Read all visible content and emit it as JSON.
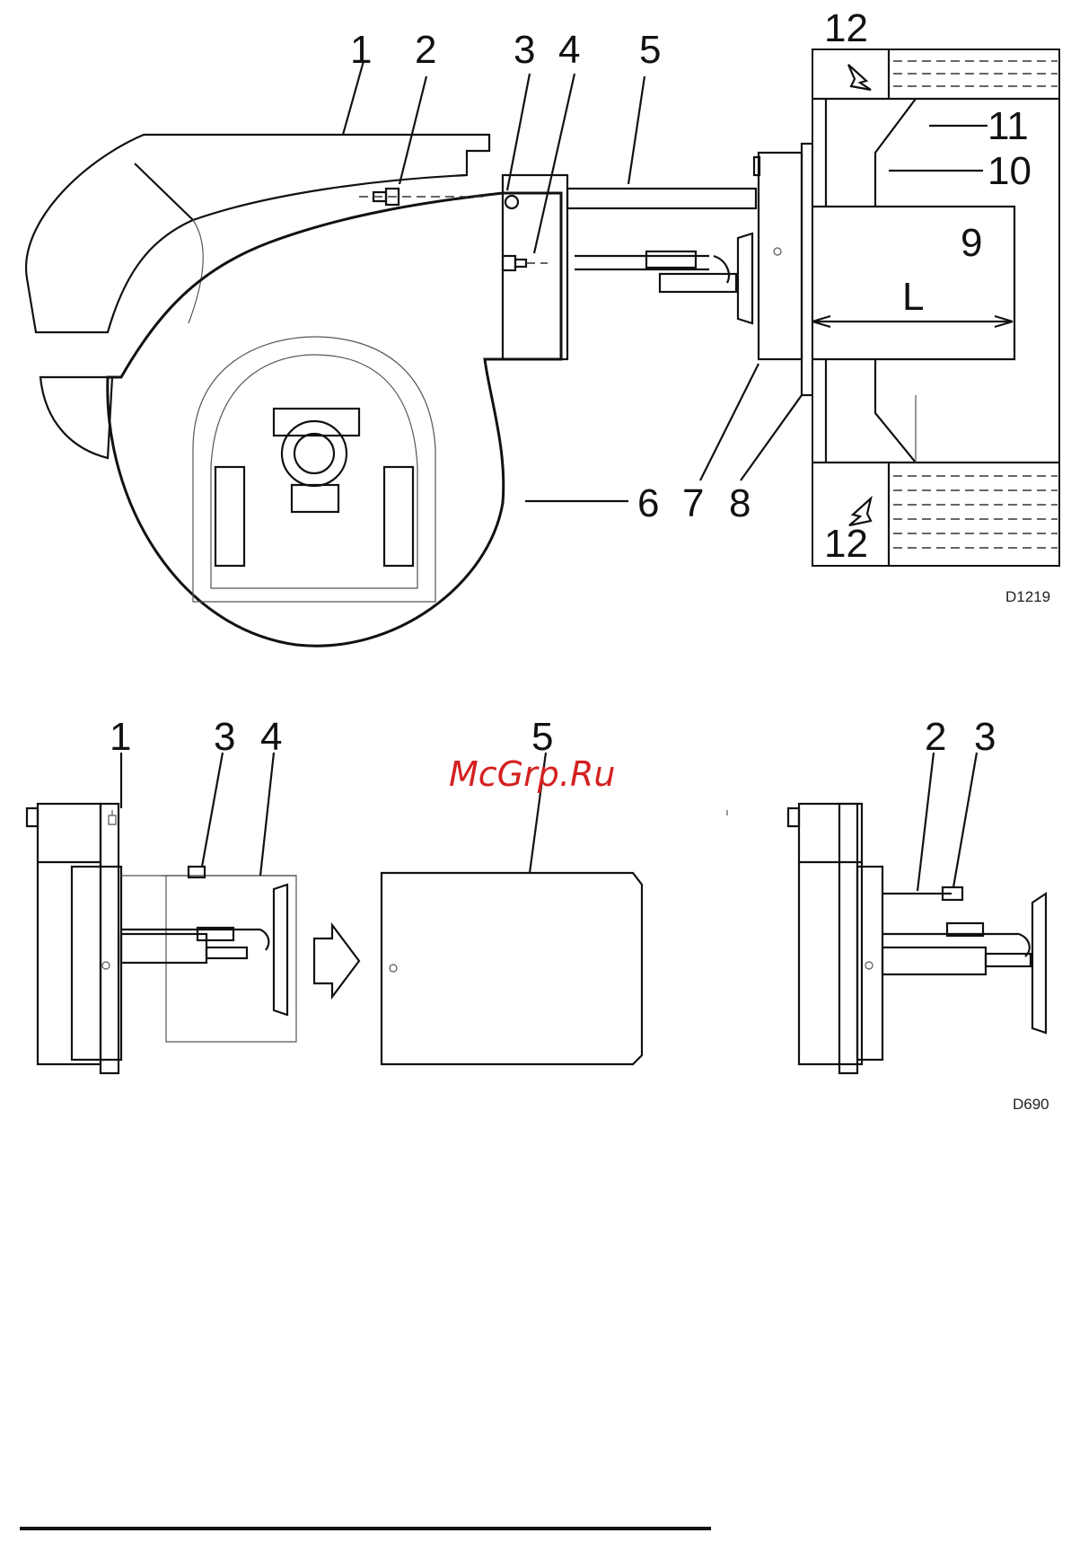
{
  "figures": [
    {
      "id": "top",
      "code": "D1219",
      "callouts": [
        "1",
        "2",
        "3",
        "4",
        "5",
        "6",
        "7",
        "8",
        "9",
        "10",
        "11",
        "12",
        "12"
      ],
      "dimension_label": "L"
    },
    {
      "id": "bottom",
      "code": "D690",
      "callouts": [
        "1",
        "3",
        "4",
        "5",
        "2",
        "3"
      ]
    }
  ],
  "watermark": "McGrp.Ru"
}
